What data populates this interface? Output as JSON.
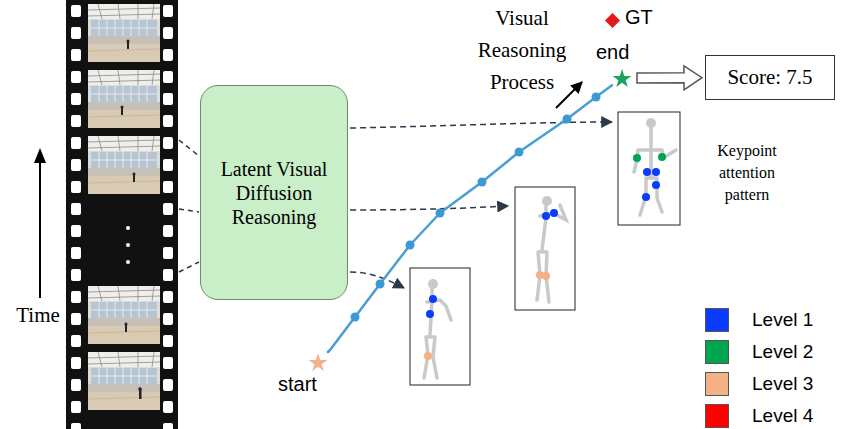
{
  "diagram": {
    "nodes": [
      {
        "text": [
          "GT"
        ]
      },
      {
        "text": [
          "end"
        ]
      },
      {
        "text": [
          "Score: 7.5"
        ]
      },
      {
        "text": [
          "Latent Visual Diffusion Reasoning"
        ]
      },
      {
        "text": [
          "start"
        ]
      }
    ],
    "edges": [
      {
        "from": 4,
        "to": 1,
        "arrow": "none"
      },
      {
        "from": 1,
        "to": 2,
        "arrow": "to"
      }
    ],
    "labels": [
      "Visual Reasoning Process",
      "Keypoint attention pattern",
      "Time"
    ],
    "legend": [
      {
        "text": "Level 1",
        "color": "#0a3cff"
      },
      {
        "text": "Level 2",
        "color": "#00a550"
      },
      {
        "text": "Level 3",
        "color": "#f4b183"
      },
      {
        "text": "Level 4",
        "color": "#ff0000"
      }
    ]
  }
}
